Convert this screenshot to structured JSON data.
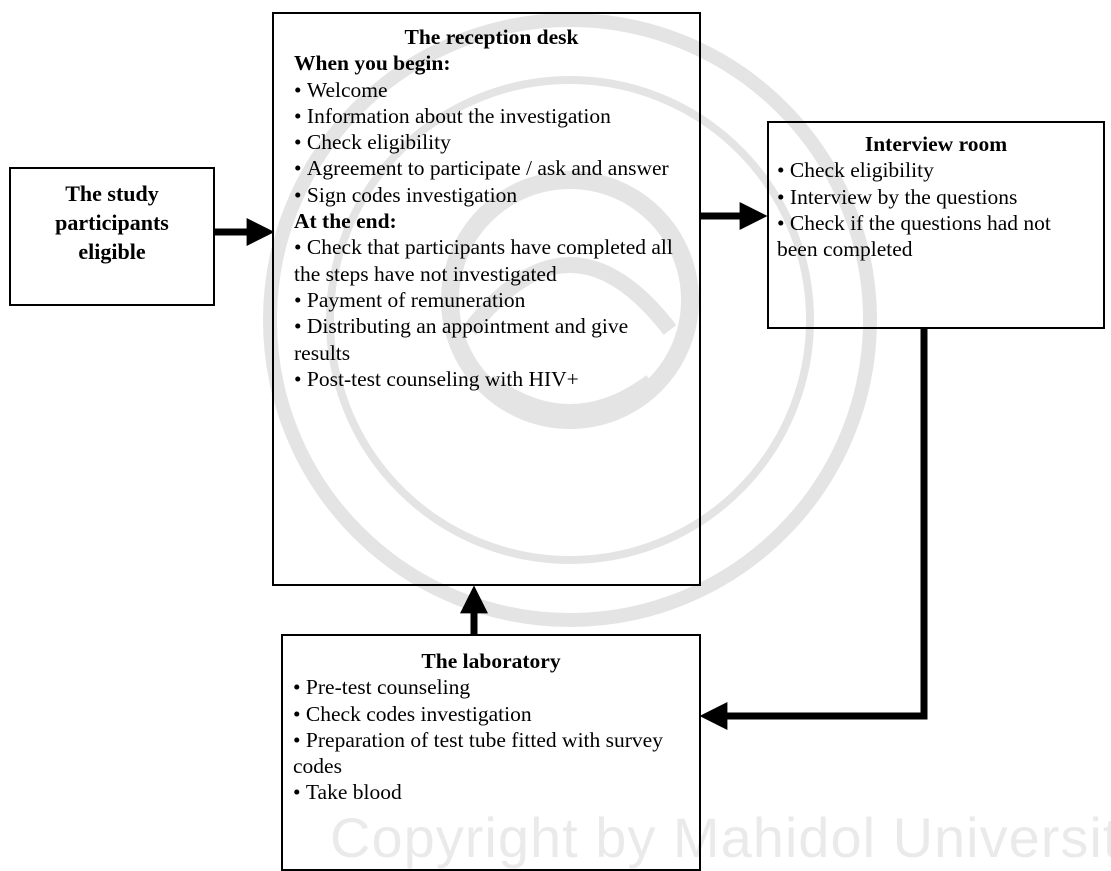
{
  "watermark": {
    "text": "Copyright by Mahidol University"
  },
  "participants": {
    "lines": [
      "The study",
      "participants",
      "eligible"
    ]
  },
  "reception": {
    "title": "The reception desk",
    "begin_title": "When you begin:",
    "begin_items": [
      "Welcome",
      "Information about the investigation",
      "Check eligibility",
      "Agreement to participate / ask and answer",
      "Sign codes investigation"
    ],
    "end_title": "At the end:",
    "end_items": [
      "Check that participants have completed all the steps have not investigated",
      "Payment of remuneration",
      "Distributing an appointment and give results",
      "Post-test counseling with HIV+"
    ]
  },
  "interview": {
    "title": "Interview room",
    "items": [
      "Check eligibility",
      "Interview by the questions",
      "Check if the questions had not been completed"
    ]
  },
  "laboratory": {
    "title": "The laboratory",
    "items": [
      "Pre-test counseling",
      "Check codes investigation",
      "Preparation of test tube fitted with survey codes",
      "Take blood"
    ]
  }
}
